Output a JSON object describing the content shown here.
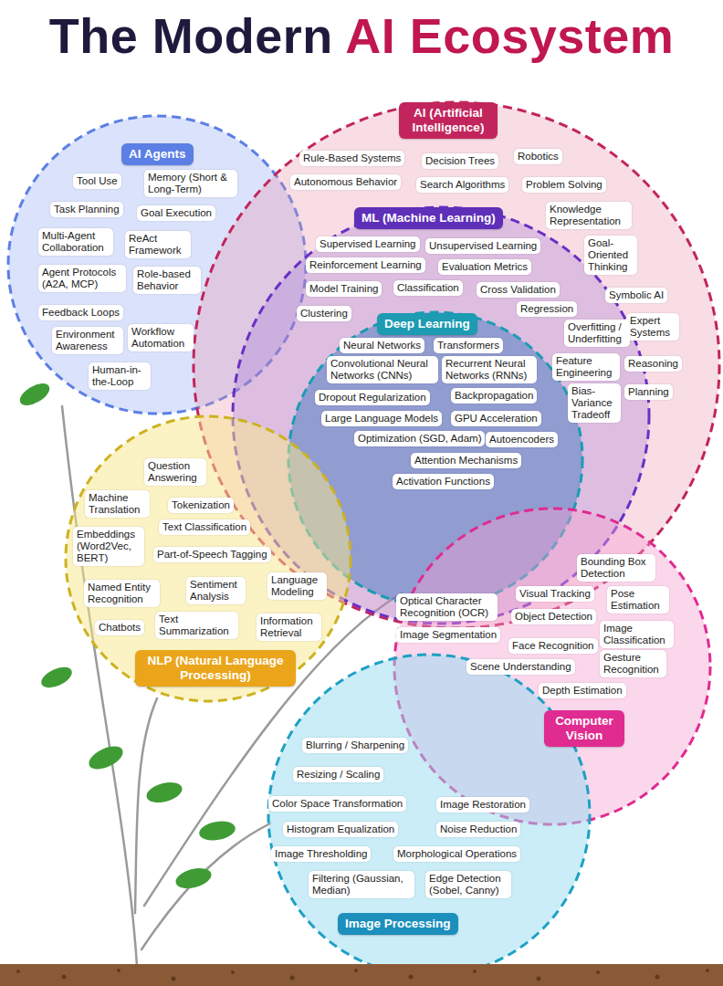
{
  "diagram": {
    "title": "The Modern AI Ecosystem",
    "nodes": [
      {
        "text": [
          "AI Agents"
        ]
      },
      {
        "text": [
          "Tool Use"
        ],
        "in": 0
      },
      {
        "text": [
          "Memory (Short & Long-Term)"
        ],
        "in": 0
      },
      {
        "text": [
          "Task Planning"
        ],
        "in": 0
      },
      {
        "text": [
          "Goal Execution"
        ],
        "in": 0
      },
      {
        "text": [
          "Multi-Agent Collaboration"
        ],
        "in": 0
      },
      {
        "text": [
          "ReAct Framework"
        ],
        "in": 0
      },
      {
        "text": [
          "Agent Protocols (A2A, MCP)"
        ],
        "in": 0
      },
      {
        "text": [
          "Role-based Behavior"
        ],
        "in": 0
      },
      {
        "text": [
          "Feedback Loops"
        ],
        "in": 0
      },
      {
        "text": [
          "Environment Awareness"
        ],
        "in": 0
      },
      {
        "text": [
          "Workflow Automation"
        ],
        "in": 0
      },
      {
        "text": [
          "Human-in-the-Loop"
        ],
        "in": 0
      },
      {
        "text": [
          "AI (Artificial Intelligence)"
        ]
      },
      {
        "text": [
          "Rule-Based Systems"
        ],
        "in": 13
      },
      {
        "text": [
          "Decision Trees"
        ],
        "in": 13
      },
      {
        "text": [
          "Robotics"
        ],
        "in": 13
      },
      {
        "text": [
          "Autonomous Behavior"
        ],
        "in": 13
      },
      {
        "text": [
          "Search Algorithms"
        ],
        "in": 13
      },
      {
        "text": [
          "Problem Solving"
        ],
        "in": 13
      },
      {
        "text": [
          "Knowledge Representation"
        ],
        "in": 13
      },
      {
        "text": [
          "Goal-Oriented Thinking"
        ],
        "in": 13
      },
      {
        "text": [
          "Symbolic AI"
        ],
        "in": 13
      },
      {
        "text": [
          "Expert Systems"
        ],
        "in": 13
      },
      {
        "text": [
          "Reasoning"
        ],
        "in": 13
      },
      {
        "text": [
          "Planning"
        ],
        "in": 13
      },
      {
        "text": [
          "ML (Machine Learning)"
        ],
        "in": 13
      },
      {
        "text": [
          "Supervised Learning"
        ],
        "in": 26
      },
      {
        "text": [
          "Unsupervised Learning"
        ],
        "in": 26
      },
      {
        "text": [
          "Reinforcement Learning"
        ],
        "in": 26
      },
      {
        "text": [
          "Evaluation Metrics"
        ],
        "in": 26
      },
      {
        "text": [
          "Model Training"
        ],
        "in": 26
      },
      {
        "text": [
          "Classification"
        ],
        "in": 26
      },
      {
        "text": [
          "Cross Validation"
        ],
        "in": 26
      },
      {
        "text": [
          "Clustering"
        ],
        "in": 26
      },
      {
        "text": [
          "Regression"
        ],
        "in": 26
      },
      {
        "text": [
          "Overfitting / Underfitting"
        ],
        "in": 26
      },
      {
        "text": [
          "Feature Engineering"
        ],
        "in": 26
      },
      {
        "text": [
          "Bias-Variance Tradeoff"
        ],
        "in": 26
      },
      {
        "text": [
          "Deep Learning"
        ],
        "in": 26
      },
      {
        "text": [
          "Neural Networks"
        ],
        "in": 39
      },
      {
        "text": [
          "Transformers"
        ],
        "in": 39
      },
      {
        "text": [
          "Convolutional Neural Networks (CNNs)"
        ],
        "in": 39
      },
      {
        "text": [
          "Recurrent Neural Networks (RNNs)"
        ],
        "in": 39
      },
      {
        "text": [
          "Dropout Regularization"
        ],
        "in": 39
      },
      {
        "text": [
          "Backpropagation"
        ],
        "in": 39
      },
      {
        "text": [
          "Large Language Models"
        ],
        "in": 39
      },
      {
        "text": [
          "GPU Acceleration"
        ],
        "in": 39
      },
      {
        "text": [
          "Optimization (SGD, Adam)"
        ],
        "in": 39
      },
      {
        "text": [
          "Autoencoders"
        ],
        "in": 39
      },
      {
        "text": [
          "Attention Mechanisms"
        ],
        "in": 39
      },
      {
        "text": [
          "Activation Functions"
        ],
        "in": 39
      },
      {
        "text": [
          "NLP (Natural Language Processing)"
        ]
      },
      {
        "text": [
          "Question Answering"
        ],
        "in": 52
      },
      {
        "text": [
          "Machine Translation"
        ],
        "in": 52
      },
      {
        "text": [
          "Tokenization"
        ],
        "in": 52
      },
      {
        "text": [
          "Text Classification"
        ],
        "in": 52
      },
      {
        "text": [
          "Embeddings (Word2Vec, BERT)"
        ],
        "in": 52
      },
      {
        "text": [
          "Part-of-Speech Tagging"
        ],
        "in": 52
      },
      {
        "text": [
          "Named Entity Recognition"
        ],
        "in": 52
      },
      {
        "text": [
          "Sentiment Analysis"
        ],
        "in": 52
      },
      {
        "text": [
          "Language Modeling"
        ],
        "in": 52
      },
      {
        "text": [
          "Chatbots"
        ],
        "in": 52
      },
      {
        "text": [
          "Text Summarization"
        ],
        "in": 52
      },
      {
        "text": [
          "Information Retrieval"
        ],
        "in": 52
      },
      {
        "text": [
          "Computer Vision"
        ]
      },
      {
        "text": [
          "Bounding Box Detection"
        ],
        "in": 65
      },
      {
        "text": [
          "Optical Character Recognition (OCR)"
        ],
        "in": 65
      },
      {
        "text": [
          "Visual Tracking"
        ],
        "in": 65
      },
      {
        "text": [
          "Pose Estimation"
        ],
        "in": 65
      },
      {
        "text": [
          "Object Detection"
        ],
        "in": 65
      },
      {
        "text": [
          "Image Segmentation"
        ],
        "in": 65
      },
      {
        "text": [
          "Image Classification"
        ],
        "in": 65
      },
      {
        "text": [
          "Face Recognition"
        ],
        "in": 65
      },
      {
        "text": [
          "Gesture Recognition"
        ],
        "in": 65
      },
      {
        "text": [
          "Scene Understanding"
        ],
        "in": 65
      },
      {
        "text": [
          "Depth Estimation"
        ],
        "in": 65
      },
      {
        "text": [
          "Image Processing"
        ]
      },
      {
        "text": [
          "Blurring / Sharpening"
        ],
        "in": 77
      },
      {
        "text": [
          "Resizing / Scaling"
        ],
        "in": 77
      },
      {
        "text": [
          "Color Space Transformation"
        ],
        "in": 77
      },
      {
        "text": [
          "Image Restoration"
        ],
        "in": 77
      },
      {
        "text": [
          "Histogram Equalization"
        ],
        "in": 77
      },
      {
        "text": [
          "Noise Reduction"
        ],
        "in": 77
      },
      {
        "text": [
          "Image Thresholding"
        ],
        "in": 77
      },
      {
        "text": [
          "Morphological Operations"
        ],
        "in": 77
      },
      {
        "text": [
          "Filtering (Gaussian, Median)"
        ],
        "in": 77
      },
      {
        "text": [
          "Edge Detection (Sobel, Canny)"
        ],
        "in": 77
      }
    ]
  }
}
